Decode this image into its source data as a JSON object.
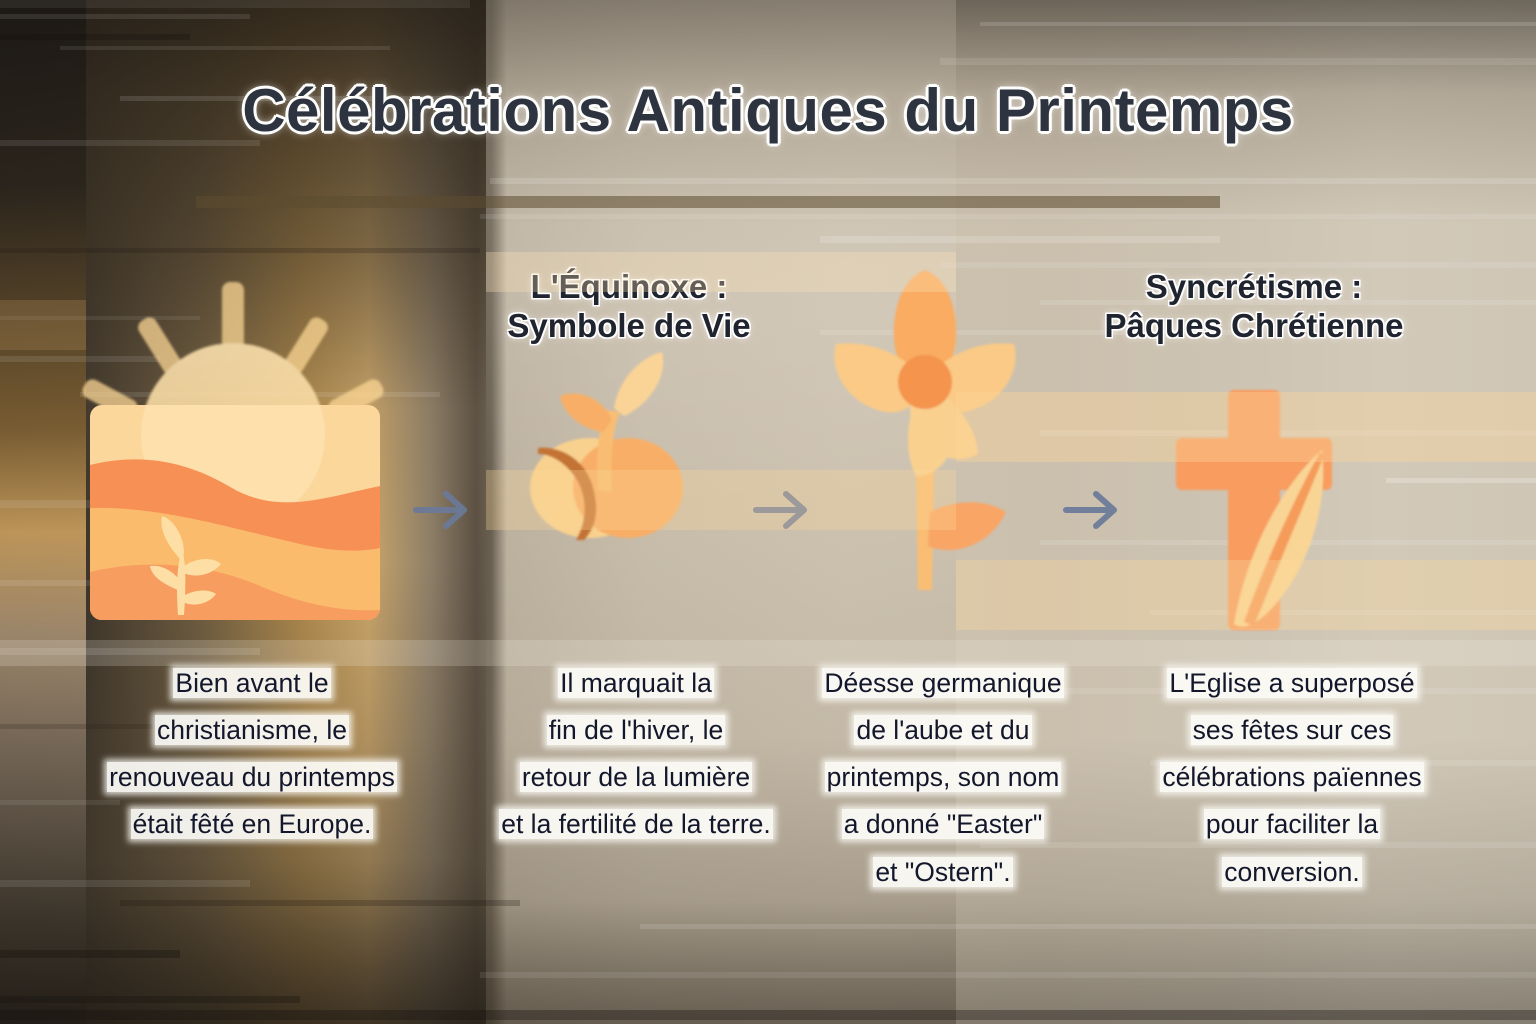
{
  "page": {
    "title": "Célébrations Antiques du Printemps",
    "language": "fr",
    "background_colors": {
      "left_dark": "#221e19",
      "mid_tan": "#c8bdab",
      "right_taupe": "#cfc6b6",
      "accent_gold": "#c49a5c"
    }
  },
  "headings": [
    {
      "id": "equinoxe",
      "text": "L'Équinoxe :\nSymbole de Vie"
    },
    {
      "id": "syncretisme",
      "text": "Syncrétisme :\nPâques Chrétienne"
    }
  ],
  "panels": [
    {
      "id": "panel-sunrise-fields",
      "icon": "sunrise-over-hills-icon",
      "caption": "Bien avant le\nchristianisme, le\nrenouveau du printemps\nétait fêté en Europe."
    },
    {
      "id": "panel-sprouting-seed",
      "icon": "sprout-from-cracked-egg-icon",
      "caption": "Il marquait la\nfin de l'hiver, le\nretour de la lumière\net la fertilité de la terre."
    },
    {
      "id": "panel-spring-flower",
      "icon": "flower-icon",
      "caption": "Déesse germanique\nde l'aube et du\nprintemps, son nom\na donné \"Easter\"\net \"Ostern\"."
    },
    {
      "id": "panel-cross-leaf",
      "icon": "cross-with-leaf-icon",
      "caption": "L'Eglise a superposé\nses fêtes sur ces\ncélébrations païennes\npour faciliter la\nconversion."
    }
  ],
  "arrows": [
    {
      "id": "arrow-1",
      "icon": "arrow-right-icon",
      "color": "#6b7a99"
    },
    {
      "id": "arrow-2",
      "icon": "arrow-right-icon",
      "color": "#6b7a99"
    },
    {
      "id": "arrow-3",
      "icon": "arrow-right-icon",
      "color": "#6b7a99"
    }
  ],
  "palette": {
    "illustration_light": "#fde0ad",
    "illustration_mid": "#fbbe71",
    "illustration_deep": "#f79055",
    "illustration_brown": "#c4702f",
    "title_text": "#2e3340",
    "caption_text": "#13172b"
  }
}
